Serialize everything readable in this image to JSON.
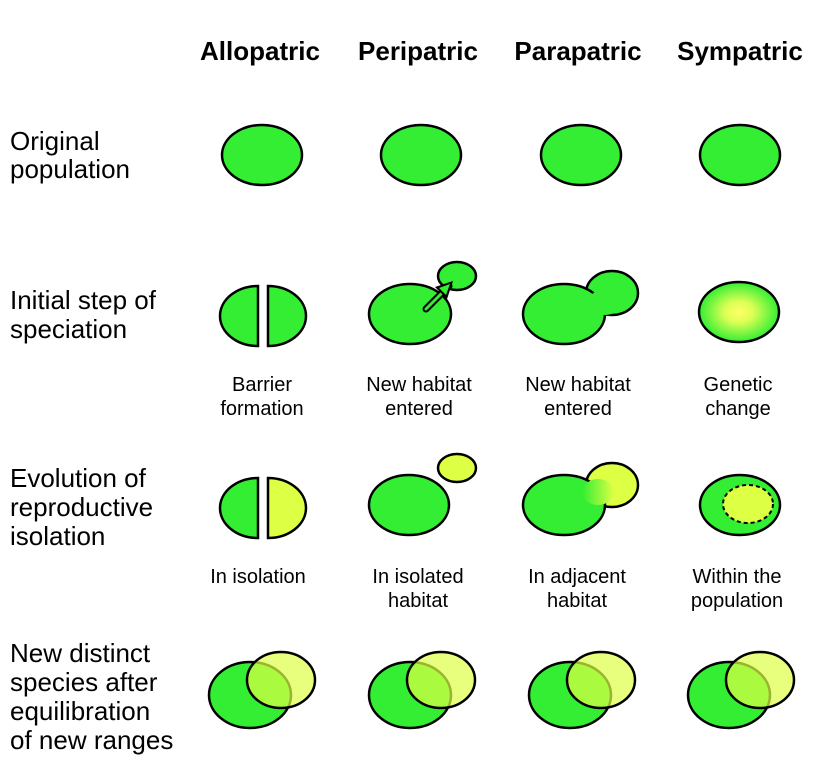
{
  "columns": [
    "Allopatric",
    "Peripatric",
    "Parapatric",
    "Sympatric"
  ],
  "rows": [
    {
      "label_lines": [
        "Original",
        "population"
      ]
    },
    {
      "label_lines": [
        "Initial step of",
        "speciation"
      ]
    },
    {
      "label_lines": [
        "Evolution of",
        "reproductive",
        "isolation"
      ]
    },
    {
      "label_lines": [
        "New distinct",
        "species after",
        "equilibration",
        "of new ranges"
      ]
    }
  ],
  "captions_initial": [
    [
      "Barrier",
      "formation"
    ],
    [
      "New habitat",
      "entered"
    ],
    [
      "New habitat",
      "entered"
    ],
    [
      "Genetic",
      "change"
    ]
  ],
  "captions_isolation": [
    [
      "In isolation"
    ],
    [
      "In isolated",
      "habitat"
    ],
    [
      "In adjacent",
      "habitat"
    ],
    [
      "Within the",
      "population"
    ]
  ],
  "colors": {
    "original": "#33ee33",
    "new_species": "#ddff44",
    "outline": "#000000"
  }
}
